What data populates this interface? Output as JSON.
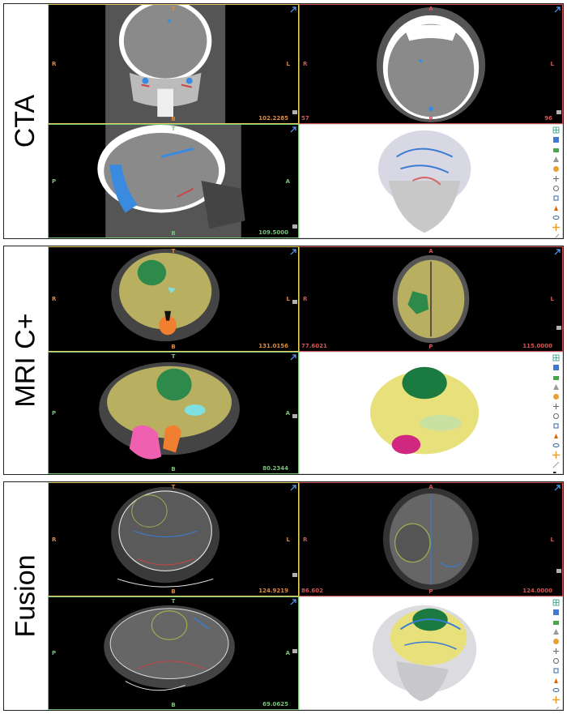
{
  "colors": {
    "sagittal": "#79c27a",
    "coronal": "#e8d05f",
    "axial": "#d45555",
    "orient_text": "#e08a3a"
  },
  "rows": [
    {
      "id": "cta",
      "label": "CTA",
      "coronal": {
        "top": "T",
        "bottom": "B",
        "left": "R",
        "right": "L",
        "coord": "102.2285"
      },
      "axial": {
        "top": "A",
        "bottom": "P",
        "left": "R",
        "right": "L",
        "coord_left": "57",
        "coord": "96"
      },
      "sagittal": {
        "top": "T",
        "bottom": "B",
        "left": "P",
        "right": "A",
        "coord": "109.5000"
      }
    },
    {
      "id": "mri",
      "label": "MRI C+",
      "coronal": {
        "top": "T",
        "bottom": "B",
        "left": "R",
        "right": "L",
        "coord": "131.0156"
      },
      "axial": {
        "top": "A",
        "bottom": "P",
        "left": "R",
        "right": "L",
        "coord_left": "77.6021",
        "coord": "115.0000"
      },
      "sagittal": {
        "top": "T",
        "bottom": "B",
        "left": "P",
        "right": "A",
        "coord": "80.2344"
      }
    },
    {
      "id": "fusion",
      "label": "Fusion",
      "coronal": {
        "top": "T",
        "bottom": "B",
        "left": "R",
        "right": "L",
        "coord": "124.9219"
      },
      "axial": {
        "top": "A",
        "bottom": "P",
        "left": "R",
        "right": "L",
        "coord_left": "86.602",
        "coord": "124.0000"
      },
      "sagittal": {
        "top": "T",
        "bottom": "B",
        "left": "P",
        "right": "A",
        "coord": "69.0625"
      }
    }
  ],
  "toolbar_icons": [
    "grid-icon",
    "view-box-icon",
    "camera-icon",
    "warning-icon",
    "sphere-icon",
    "move-icon",
    "rotate-icon",
    "cube-icon",
    "lamp-icon",
    "eye-icon",
    "crosshair-icon",
    "ruler-icon",
    "contrast-icon"
  ]
}
